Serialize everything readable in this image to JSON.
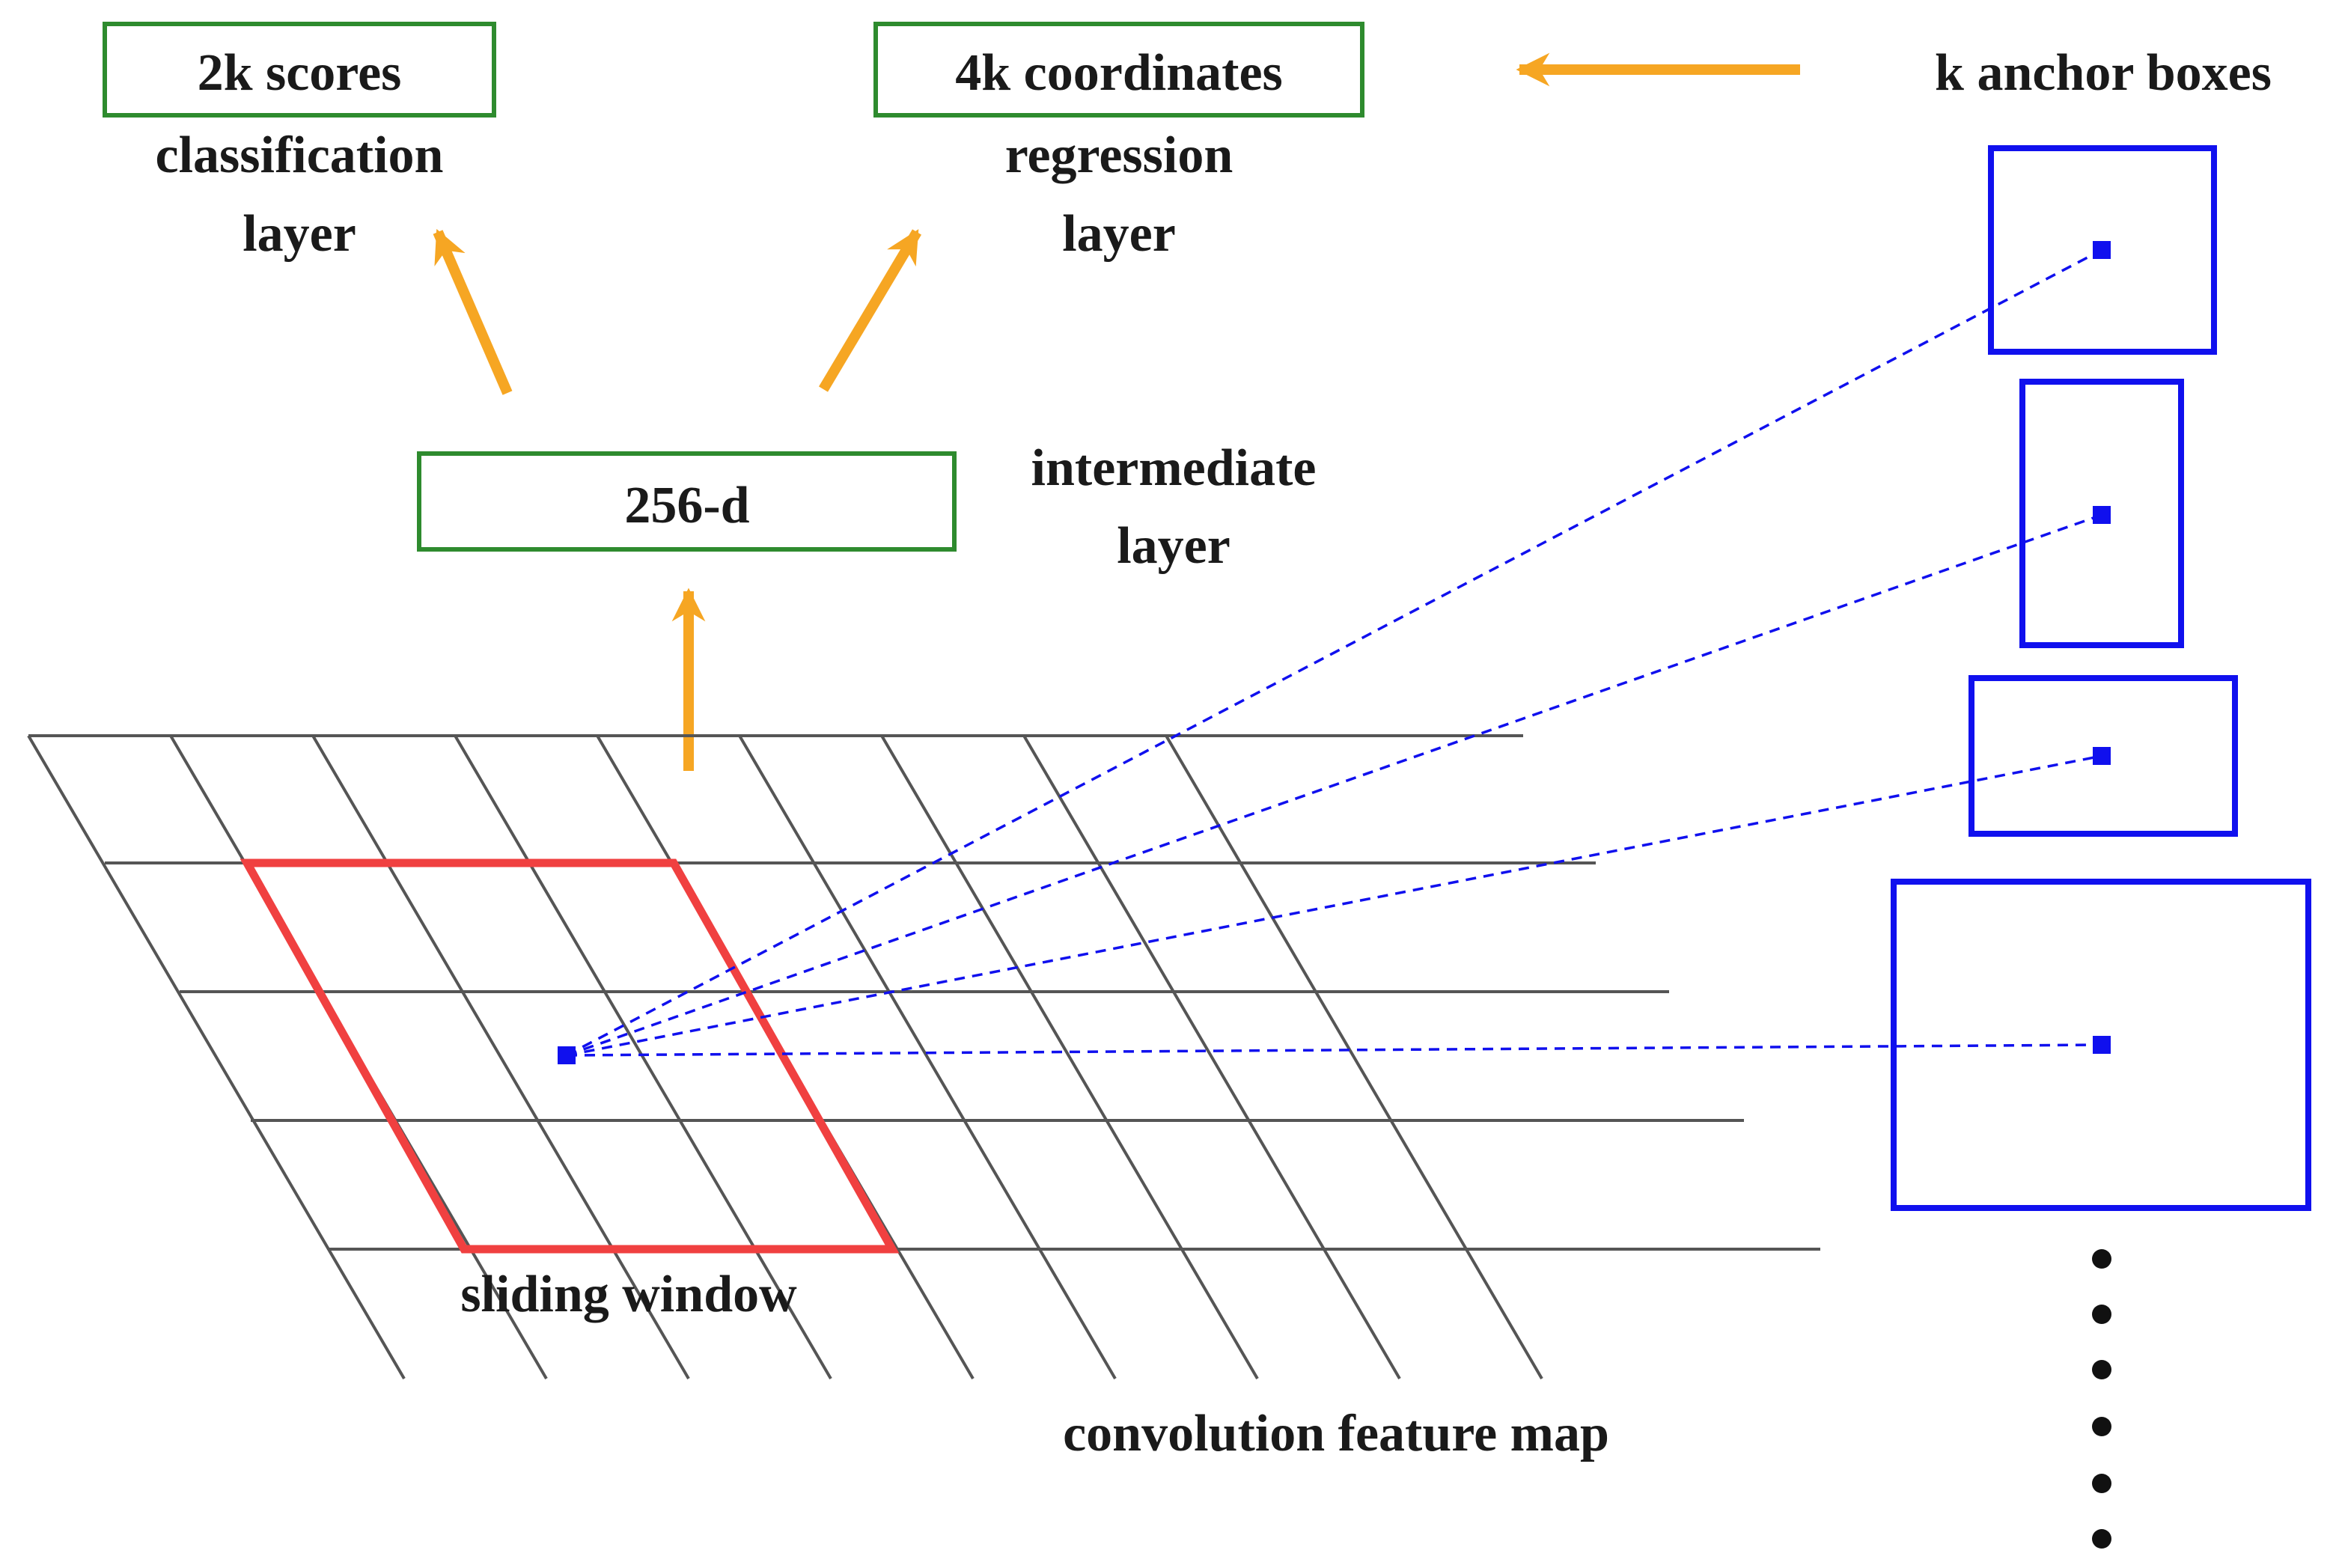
{
  "boxes": {
    "scores": "2k scores",
    "coordinates": "4k coordinates",
    "intermediate": "256-d"
  },
  "labels": {
    "classification_line1": "classification",
    "classification_line2": "layer",
    "regression_line1": "regression",
    "regression_line2": "layer",
    "intermediate_line1": "intermediate",
    "intermediate_line2": "layer",
    "anchor_boxes": "k anchor boxes",
    "sliding_window": "sliding window",
    "feature_map": "convolution feature map"
  },
  "colors": {
    "box_border": "#2e8b2e",
    "arrow": "#f6a623",
    "grid": "#555555",
    "window": "#f04040",
    "anchor": "#1010ee"
  }
}
